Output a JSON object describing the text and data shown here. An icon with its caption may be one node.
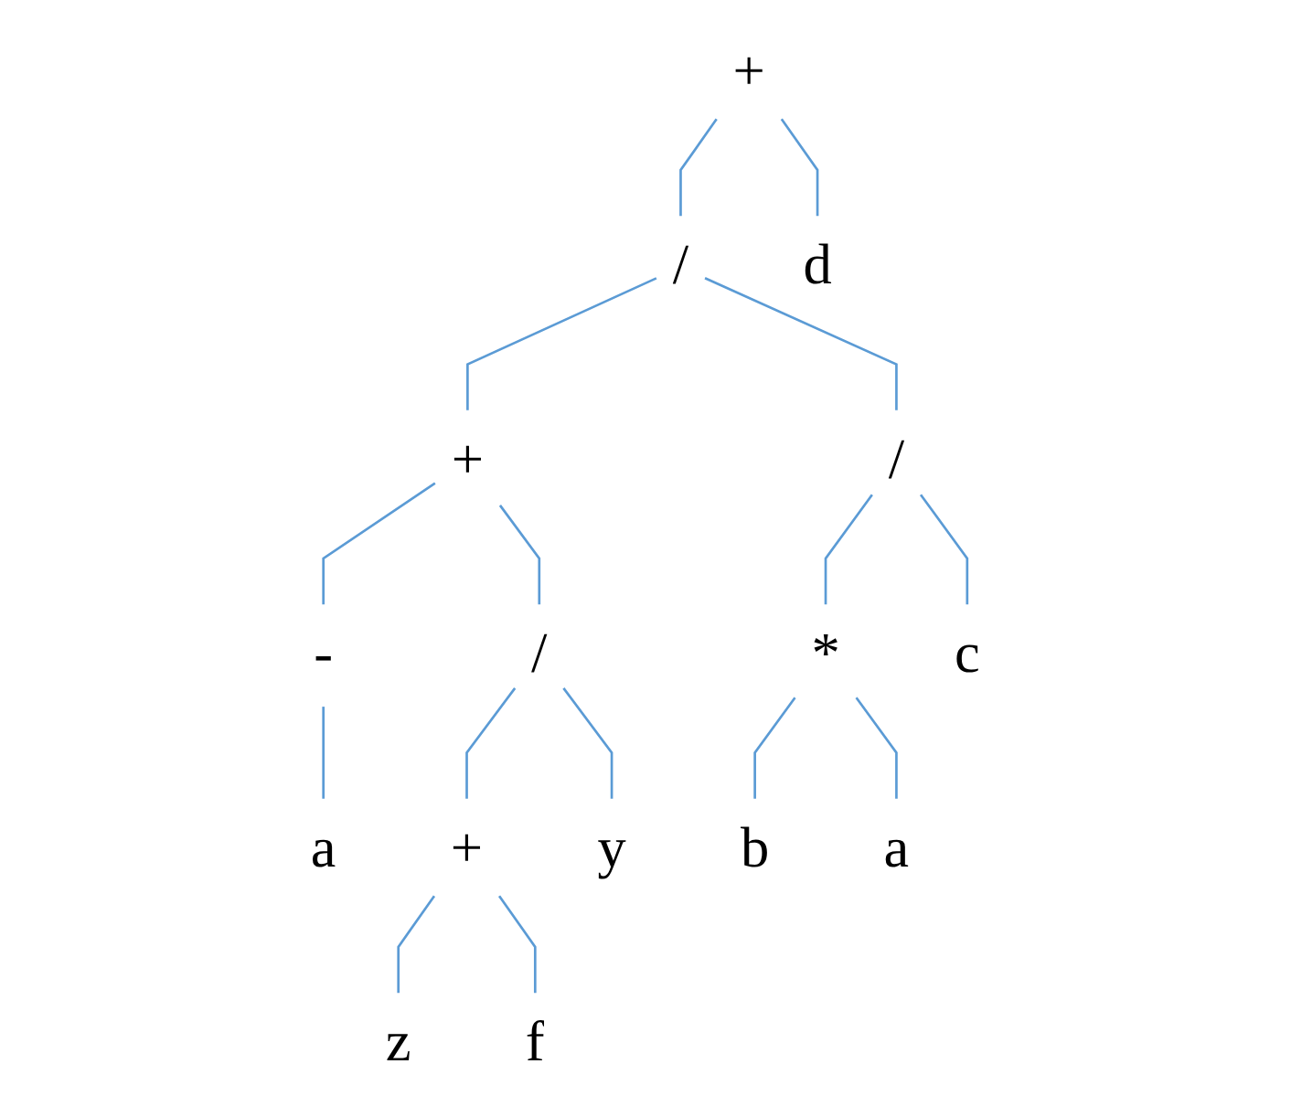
{
  "diagram": {
    "nodes": [
      {
        "text": [
          "+"
        ]
      },
      {
        "text": [
          "/"
        ]
      },
      {
        "text": [
          "d"
        ]
      },
      {
        "text": [
          "+"
        ]
      },
      {
        "text": [
          "/"
        ]
      },
      {
        "text": [
          "-"
        ]
      },
      {
        "text": [
          "/"
        ]
      },
      {
        "text": [
          "*"
        ]
      },
      {
        "text": [
          "c"
        ]
      },
      {
        "text": [
          "a"
        ]
      },
      {
        "text": [
          "+"
        ]
      },
      {
        "text": [
          "y"
        ]
      },
      {
        "text": [
          "b"
        ]
      },
      {
        "text": [
          "a"
        ]
      },
      {
        "text": [
          "z"
        ]
      },
      {
        "text": [
          "f"
        ]
      }
    ],
    "edges": [
      {
        "from": 0,
        "to": 1,
        "arrow": "none"
      },
      {
        "from": 0,
        "to": 2,
        "arrow": "none"
      },
      {
        "from": 1,
        "to": 3,
        "arrow": "none"
      },
      {
        "from": 1,
        "to": 4,
        "arrow": "none"
      },
      {
        "from": 3,
        "to": 5,
        "arrow": "none"
      },
      {
        "from": 3,
        "to": 6,
        "arrow": "none"
      },
      {
        "from": 4,
        "to": 7,
        "arrow": "none"
      },
      {
        "from": 4,
        "to": 8,
        "arrow": "none"
      },
      {
        "from": 5,
        "to": 9,
        "arrow": "none"
      },
      {
        "from": 6,
        "to": 10,
        "arrow": "none"
      },
      {
        "from": 6,
        "to": 11,
        "arrow": "none"
      },
      {
        "from": 7,
        "to": 12,
        "arrow": "none"
      },
      {
        "from": 7,
        "to": 13,
        "arrow": "none"
      },
      {
        "from": 10,
        "to": 14,
        "arrow": "none"
      },
      {
        "from": 10,
        "to": 15,
        "arrow": "none"
      }
    ]
  }
}
